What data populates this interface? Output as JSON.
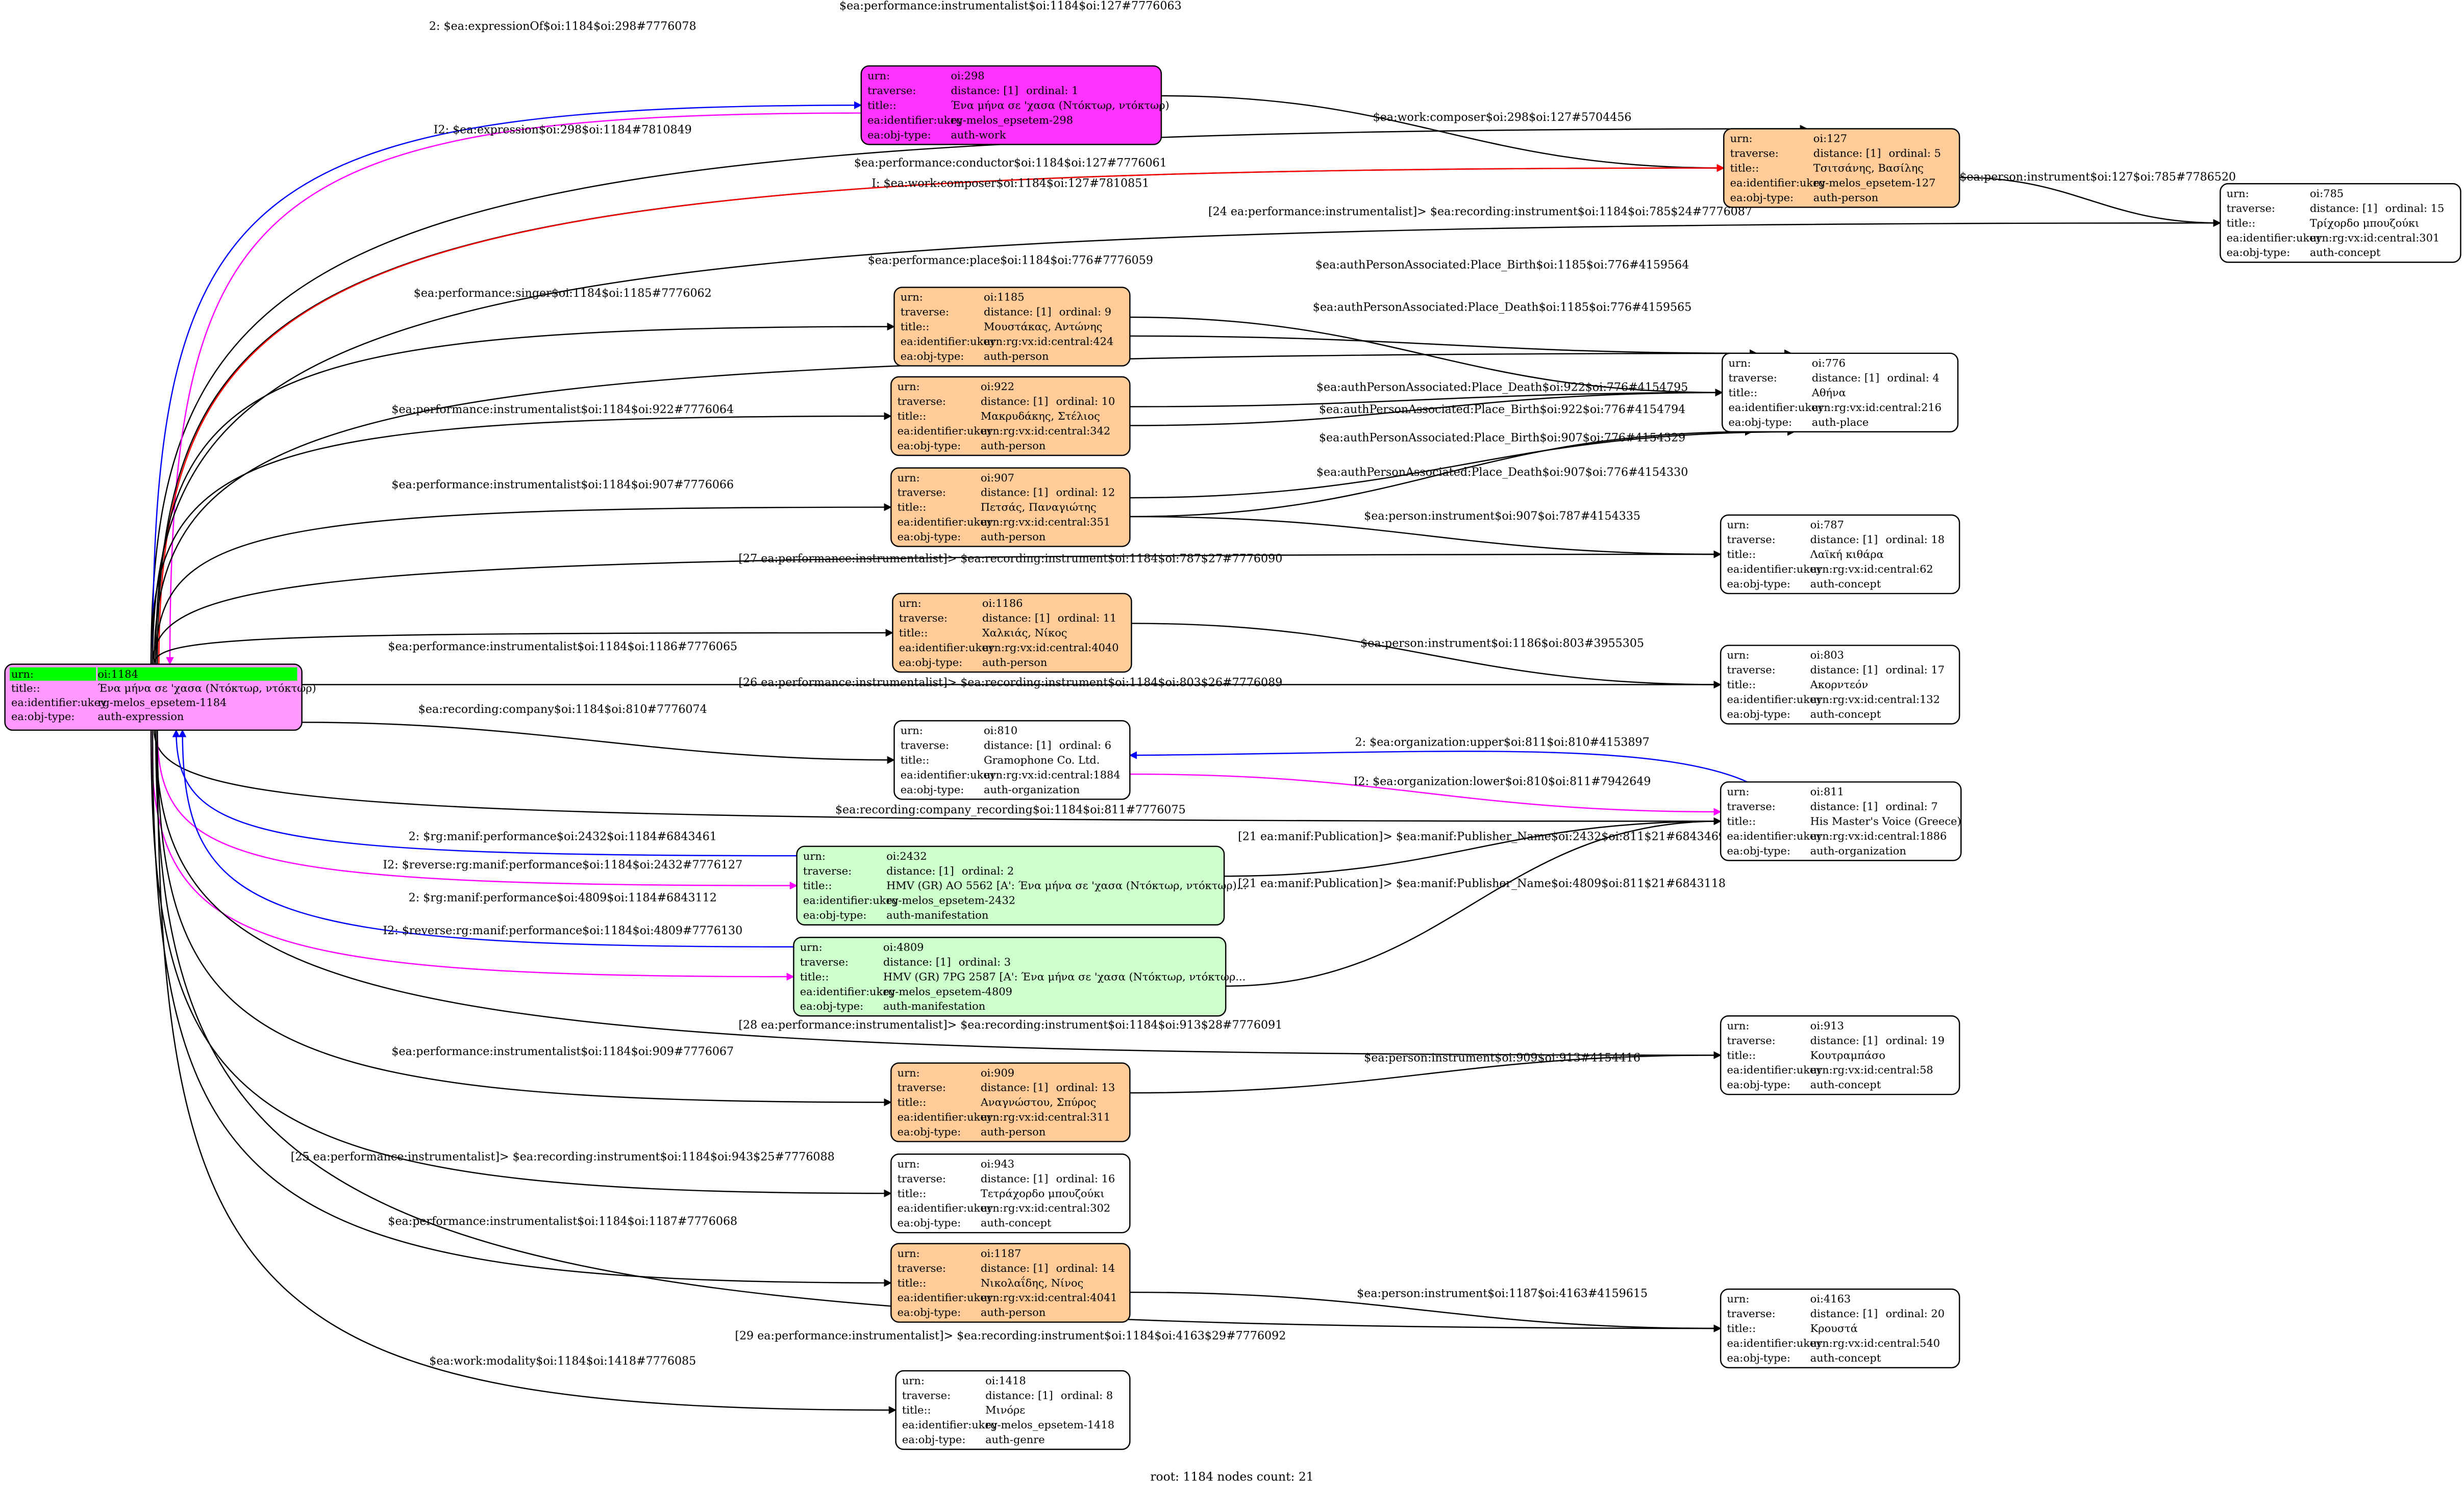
{
  "row_labels": {
    "urn": "urn:",
    "traverse": "traverse:",
    "title": "title::",
    "ukey": "ea:identifier:ukey",
    "type": "ea:obj-type:"
  },
  "colors": {
    "root_fill": "#ff99ff",
    "root_urn_band": "#00ff00",
    "work": "#ff33ff",
    "person": "#ffcc99",
    "manifestation": "#ccffcc",
    "plain": "#ffffff",
    "edge_black": "#000000",
    "edge_blue": "#0000ff",
    "edge_magenta": "#ff00ff",
    "edge_red": "#ff0000"
  },
  "nodes": [
    {
      "urn": "oi:1184",
      "title": "Ένα μήνα σε 'χασα (Ντόκτωρ, ντόκτωρ)",
      "ukey": "rg-melos_epsetem-1184",
      "type": "auth-expression",
      "fill": "#ff99ff",
      "root": true
    },
    {
      "urn": "oi:298",
      "distance": "distance: [1]",
      "ordinal": "ordinal: 1",
      "title": "Ένα μήνα σε 'χασα (Ντόκτωρ, ντόκτωρ)",
      "ukey": "rg-melos_epsetem-298",
      "type": "auth-work",
      "fill": "#ff33ff"
    },
    {
      "urn": "oi:127",
      "distance": "distance: [1]",
      "ordinal": "ordinal: 5",
      "title": "Τσιτσάνης, Βασίλης",
      "ukey": "rg-melos_epsetem-127",
      "type": "auth-person",
      "fill": "#ffcc99"
    },
    {
      "urn": "oi:785",
      "distance": "distance: [1]",
      "ordinal": "ordinal: 15",
      "title": "Τρίχορδο μπουζούκι",
      "ukey": "urn:rg:vx:id:central:301",
      "type": "auth-concept",
      "fill": "#ffffff"
    },
    {
      "urn": "oi:1185",
      "distance": "distance: [1]",
      "ordinal": "ordinal: 9",
      "title": "Μουστάκας, Αντώνης",
      "ukey": "urn:rg:vx:id:central:424",
      "type": "auth-person",
      "fill": "#ffcc99"
    },
    {
      "urn": "oi:776",
      "distance": "distance: [1]",
      "ordinal": "ordinal: 4",
      "title": "Αθήνα",
      "ukey": "urn:rg:vx:id:central:216",
      "type": "auth-place",
      "fill": "#ffffff"
    },
    {
      "urn": "oi:922",
      "distance": "distance: [1]",
      "ordinal": "ordinal: 10",
      "title": "Μακρυδάκης, Στέλιος",
      "ukey": "urn:rg:vx:id:central:342",
      "type": "auth-person",
      "fill": "#ffcc99"
    },
    {
      "urn": "oi:907",
      "distance": "distance: [1]",
      "ordinal": "ordinal: 12",
      "title": "Πετσάς, Παναγιώτης",
      "ukey": "urn:rg:vx:id:central:351",
      "type": "auth-person",
      "fill": "#ffcc99"
    },
    {
      "urn": "oi:787",
      "distance": "distance: [1]",
      "ordinal": "ordinal: 18",
      "title": "Λαϊκή κιθάρα",
      "ukey": "urn:rg:vx:id:central:62",
      "type": "auth-concept",
      "fill": "#ffffff"
    },
    {
      "urn": "oi:1186",
      "distance": "distance: [1]",
      "ordinal": "ordinal: 11",
      "title": "Χαλκιάς, Νίκος",
      "ukey": "urn:rg:vx:id:central:4040",
      "type": "auth-person",
      "fill": "#ffcc99"
    },
    {
      "urn": "oi:803",
      "distance": "distance: [1]",
      "ordinal": "ordinal: 17",
      "title": "Ακορντεόν",
      "ukey": "urn:rg:vx:id:central:132",
      "type": "auth-concept",
      "fill": "#ffffff"
    },
    {
      "urn": "oi:810",
      "distance": "distance: [1]",
      "ordinal": "ordinal: 6",
      "title": "Gramophone Co. Ltd.",
      "ukey": "urn:rg:vx:id:central:1884",
      "type": "auth-organization",
      "fill": "#ffffff"
    },
    {
      "urn": "oi:811",
      "distance": "distance: [1]",
      "ordinal": "ordinal: 7",
      "title": "His Master's Voice (Greece)",
      "ukey": "urn:rg:vx:id:central:1886",
      "type": "auth-organization",
      "fill": "#ffffff"
    },
    {
      "urn": "oi:2432",
      "distance": "distance: [1]",
      "ordinal": "ordinal: 2",
      "title": "HMV (GR) AO 5562 [A': Ένα μήνα σε 'χασα (Ντόκτωρ, ντόκτωρ)...",
      "ukey": "rg-melos_epsetem-2432",
      "type": "auth-manifestation",
      "fill": "#ccffcc"
    },
    {
      "urn": "oi:4809",
      "distance": "distance: [1]",
      "ordinal": "ordinal: 3",
      "title": "HMV (GR) 7PG 2587 [A': Ένα μήνα σε 'χασα (Ντόκτωρ, ντόκτωρ...",
      "ukey": "rg-melos_epsetem-4809",
      "type": "auth-manifestation",
      "fill": "#ccffcc"
    },
    {
      "urn": "oi:913",
      "distance": "distance: [1]",
      "ordinal": "ordinal: 19",
      "title": "Κουτραμπάσο",
      "ukey": "urn:rg:vx:id:central:58",
      "type": "auth-concept",
      "fill": "#ffffff"
    },
    {
      "urn": "oi:909",
      "distance": "distance: [1]",
      "ordinal": "ordinal: 13",
      "title": "Αναγνώστου, Σπύρος",
      "ukey": "urn:rg:vx:id:central:311",
      "type": "auth-person",
      "fill": "#ffcc99"
    },
    {
      "urn": "oi:943",
      "distance": "distance: [1]",
      "ordinal": "ordinal: 16",
      "title": "Τετράχορδο μπουζούκι",
      "ukey": "urn:rg:vx:id:central:302",
      "type": "auth-concept",
      "fill": "#ffffff"
    },
    {
      "urn": "oi:1187",
      "distance": "distance: [1]",
      "ordinal": "ordinal: 14",
      "title": "Νικολαΐδης, Νίνος",
      "ukey": "urn:rg:vx:id:central:4041",
      "type": "auth-person",
      "fill": "#ffcc99"
    },
    {
      "urn": "oi:4163",
      "distance": "distance: [1]",
      "ordinal": "ordinal: 20",
      "title": "Κρουστά",
      "ukey": "urn:rg:vx:id:central:540",
      "type": "auth-concept",
      "fill": "#ffffff"
    },
    {
      "urn": "oi:1418",
      "distance": "distance: [1]",
      "ordinal": "ordinal: 8",
      "title": "Μινόρε",
      "ukey": "rg-melos_epsetem-1418",
      "type": "auth-genre",
      "fill": "#ffffff"
    }
  ],
  "edges": [
    {
      "from": "oi:1184",
      "to": "oi:127",
      "color": "#000000",
      "label": "$ea:performance:instrumentalist$oi:1184$oi:127#7776063"
    },
    {
      "from": "oi:1184",
      "to": "oi:298",
      "color": "#0000ff",
      "label": "2: $ea:expressionOf$oi:1184$oi:298#7776078"
    },
    {
      "from": "oi:298",
      "to": "oi:1184",
      "color": "#ff00ff",
      "label": "I2: $ea:expression$oi:298$oi:1184#7810849"
    },
    {
      "from": "oi:298",
      "to": "oi:127",
      "color": "#000000",
      "label": "$ea:work:composer$oi:298$oi:127#5704456"
    },
    {
      "from": "oi:1184",
      "to": "oi:127",
      "color": "#000000",
      "label": "$ea:performance:conductor$oi:1184$oi:127#7776061"
    },
    {
      "from": "oi:1184",
      "to": "oi:127",
      "color": "#ff0000",
      "label": "I: $ea:work:composer$oi:1184$oi:127#7810851"
    },
    {
      "from": "oi:127",
      "to": "oi:785",
      "color": "#000000",
      "label": "$ea:person:instrument$oi:127$oi:785#7786520"
    },
    {
      "from": "oi:1184",
      "to": "oi:785",
      "color": "#000000",
      "label": "[24 ea:performance:instrumentalist]> $ea:recording:instrument$oi:1184$oi:785$24#7776087"
    },
    {
      "from": "oi:1184",
      "to": "oi:776",
      "color": "#000000",
      "label": "$ea:performance:place$oi:1184$oi:776#7776059"
    },
    {
      "from": "oi:1184",
      "to": "oi:1185",
      "color": "#000000",
      "label": "$ea:performance:singer$oi:1184$oi:1185#7776062"
    },
    {
      "from": "oi:1185",
      "to": "oi:776",
      "color": "#000000",
      "label": "$ea:authPersonAssociated:Place_Birth$oi:1185$oi:776#4159564"
    },
    {
      "from": "oi:1185",
      "to": "oi:776",
      "color": "#000000",
      "label": "$ea:authPersonAssociated:Place_Death$oi:1185$oi:776#4159565"
    },
    {
      "from": "oi:1184",
      "to": "oi:922",
      "color": "#000000",
      "label": "$ea:performance:instrumentalist$oi:1184$oi:922#7776064"
    },
    {
      "from": "oi:922",
      "to": "oi:776",
      "color": "#000000",
      "label": "$ea:authPersonAssociated:Place_Death$oi:922$oi:776#4154795"
    },
    {
      "from": "oi:922",
      "to": "oi:776",
      "color": "#000000",
      "label": "$ea:authPersonAssociated:Place_Birth$oi:922$oi:776#4154794"
    },
    {
      "from": "oi:1184",
      "to": "oi:907",
      "color": "#000000",
      "label": "$ea:performance:instrumentalist$oi:1184$oi:907#7776066"
    },
    {
      "from": "oi:907",
      "to": "oi:776",
      "color": "#000000",
      "label": "$ea:authPersonAssociated:Place_Birth$oi:907$oi:776#4154329"
    },
    {
      "from": "oi:907",
      "to": "oi:776",
      "color": "#000000",
      "label": "$ea:authPersonAssociated:Place_Death$oi:907$oi:776#4154330"
    },
    {
      "from": "oi:907",
      "to": "oi:787",
      "color": "#000000",
      "label": "$ea:person:instrument$oi:907$oi:787#4154335"
    },
    {
      "from": "oi:1184",
      "to": "oi:787",
      "color": "#000000",
      "label": "[27 ea:performance:instrumentalist]> $ea:recording:instrument$oi:1184$oi:787$27#7776090"
    },
    {
      "from": "oi:1184",
      "to": "oi:1186",
      "color": "#000000",
      "label": "$ea:performance:instrumentalist$oi:1184$oi:1186#7776065"
    },
    {
      "from": "oi:1186",
      "to": "oi:803",
      "color": "#000000",
      "label": "$ea:person:instrument$oi:1186$oi:803#3955305"
    },
    {
      "from": "oi:1184",
      "to": "oi:803",
      "color": "#000000",
      "label": "[26 ea:performance:instrumentalist]> $ea:recording:instrument$oi:1184$oi:803$26#7776089"
    },
    {
      "from": "oi:1184",
      "to": "oi:810",
      "color": "#000000",
      "label": "$ea:recording:company$oi:1184$oi:810#7776074"
    },
    {
      "from": "oi:811",
      "to": "oi:810",
      "color": "#0000ff",
      "label": "2: $ea:organization:upper$oi:811$oi:810#4153897"
    },
    {
      "from": "oi:810",
      "to": "oi:811",
      "color": "#ff00ff",
      "label": "I2: $ea:organization:lower$oi:810$oi:811#7942649"
    },
    {
      "from": "oi:1184",
      "to": "oi:811",
      "color": "#000000",
      "label": "$ea:recording:company_recording$oi:1184$oi:811#7776075"
    },
    {
      "from": "oi:2432",
      "to": "oi:1184",
      "color": "#0000ff",
      "label": "2: $rg:manif:performance$oi:2432$oi:1184#6843461"
    },
    {
      "from": "oi:1184",
      "to": "oi:2432",
      "color": "#ff00ff",
      "label": "I2: $reverse:rg:manif:performance$oi:1184$oi:2432#7776127"
    },
    {
      "from": "oi:4809",
      "to": "oi:1184",
      "color": "#0000ff",
      "label": "2: $rg:manif:performance$oi:4809$oi:1184#6843112"
    },
    {
      "from": "oi:1184",
      "to": "oi:4809",
      "color": "#ff00ff",
      "label": "I2: $reverse:rg:manif:performance$oi:1184$oi:4809#7776130"
    },
    {
      "from": "oi:2432",
      "to": "oi:811",
      "color": "#000000",
      "label": "[21 ea:manif:Publication]> $ea:manif:Publisher_Name$oi:2432$oi:811$21#6843469"
    },
    {
      "from": "oi:4809",
      "to": "oi:811",
      "color": "#000000",
      "label": "[21 ea:manif:Publication]> $ea:manif:Publisher_Name$oi:4809$oi:811$21#6843118"
    },
    {
      "from": "oi:1184",
      "to": "oi:913",
      "color": "#000000",
      "label": "[28 ea:performance:instrumentalist]> $ea:recording:instrument$oi:1184$oi:913$28#7776091"
    },
    {
      "from": "oi:1184",
      "to": "oi:909",
      "color": "#000000",
      "label": "$ea:performance:instrumentalist$oi:1184$oi:909#7776067"
    },
    {
      "from": "oi:909",
      "to": "oi:913",
      "color": "#000000",
      "label": "$ea:person:instrument$oi:909$oi:913#4154416"
    },
    {
      "from": "oi:1184",
      "to": "oi:943",
      "color": "#000000",
      "label": "[25 ea:performance:instrumentalist]> $ea:recording:instrument$oi:1184$oi:943$25#7776088"
    },
    {
      "from": "oi:1184",
      "to": "oi:1187",
      "color": "#000000",
      "label": "$ea:performance:instrumentalist$oi:1184$oi:1187#7776068"
    },
    {
      "from": "oi:1187",
      "to": "oi:4163",
      "color": "#000000",
      "label": "$ea:person:instrument$oi:1187$oi:4163#4159615"
    },
    {
      "from": "oi:1184",
      "to": "oi:4163",
      "color": "#000000",
      "label": "[29 ea:performance:instrumentalist]> $ea:recording:instrument$oi:1184$oi:4163$29#7776092"
    },
    {
      "from": "oi:1184",
      "to": "oi:1418",
      "color": "#000000",
      "label": "$ea:work:modality$oi:1184$oi:1418#7776085"
    }
  ],
  "footer": "root: 1184 nodes count: 21"
}
